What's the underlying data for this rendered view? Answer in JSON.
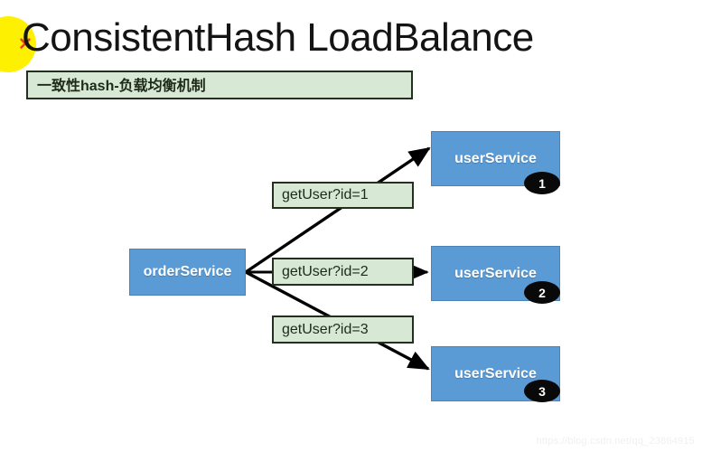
{
  "slide": {
    "title": "ConsistentHash LoadBalance",
    "subtitle": "一致性hash-负载均衡机制",
    "cursor_marker": "✕",
    "watermark": "https://blog.csdn.net/qq_23864915",
    "background_color": "#ffffff",
    "highlight_color": "#fdf000",
    "node_color": "#5b9bd5",
    "label_color": "#d7e9d5",
    "badge_color": "#090909",
    "connector_color": "#000000"
  },
  "diagram": {
    "source_node": {
      "label": "orderService"
    },
    "target_nodes": [
      {
        "label": "userService",
        "badge": "1"
      },
      {
        "label": "userService",
        "badge": "2"
      },
      {
        "label": "userService",
        "badge": "3"
      }
    ],
    "request_labels": [
      {
        "text": "getUser?id=1"
      },
      {
        "text": "getUser?id=2"
      },
      {
        "text": "getUser?id=3"
      }
    ]
  }
}
